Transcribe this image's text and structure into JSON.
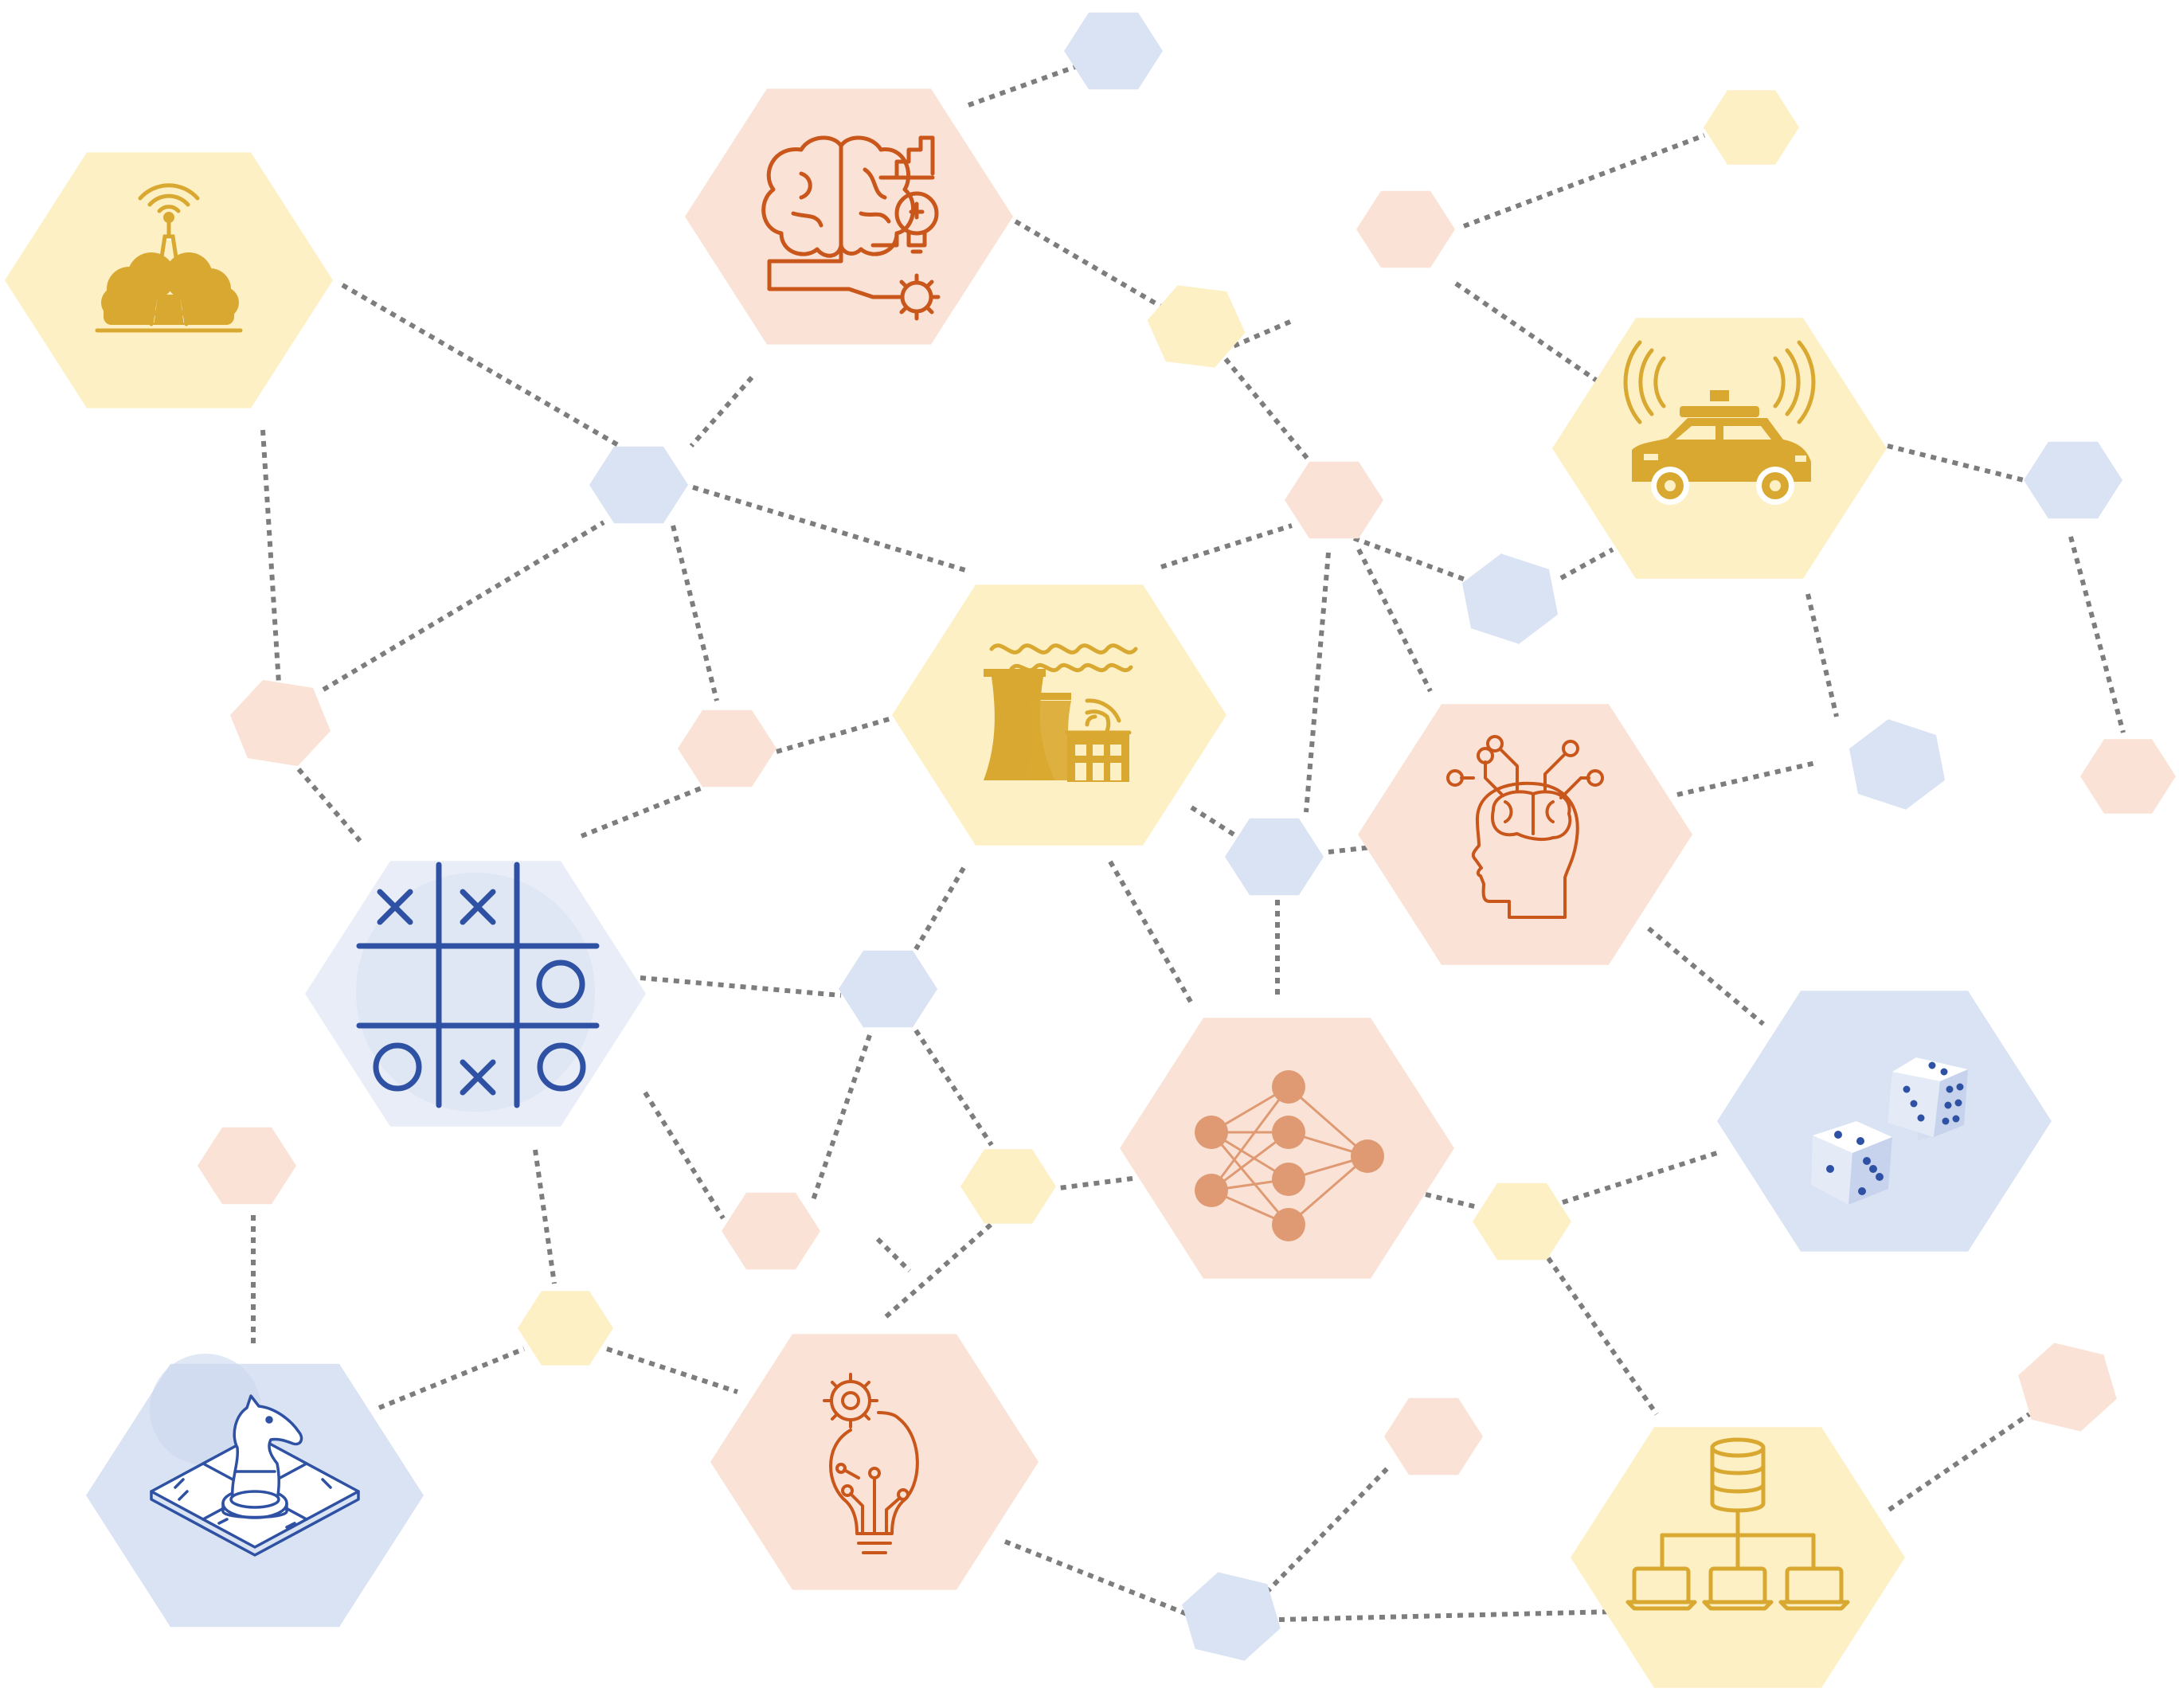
{
  "palette": {
    "yellow": "#fdf0c4",
    "peach": "#fae3d6",
    "blue": "#d9e3f3",
    "lightblue": "#e8edf7",
    "connector": "#7d7d7d",
    "gold": "#d9a831",
    "orange": "#c9561b",
    "salmon": "#df9a73",
    "navy": "#2f51a3"
  },
  "nodes": [
    {
      "id": "oil-rig",
      "icon": "oil-derrick-signal-icon",
      "fill": "yellow"
    },
    {
      "id": "brain-growth",
      "icon": "brain-lightbulb-gear-chart-icon",
      "fill": "peach"
    },
    {
      "id": "power-plant",
      "icon": "smart-power-plant-icon",
      "fill": "yellow"
    },
    {
      "id": "autonomous-car",
      "icon": "autonomous-car-sensor-icon",
      "fill": "yellow"
    },
    {
      "id": "tic-tac-toe",
      "icon": "tic-tac-toe-icon",
      "fill": "lightblue"
    },
    {
      "id": "ai-head",
      "icon": "ai-head-brain-circuit-icon",
      "fill": "peach"
    },
    {
      "id": "neural-network",
      "icon": "neural-network-icon",
      "fill": "peach"
    },
    {
      "id": "dice",
      "icon": "dice-icon",
      "fill": "blue"
    },
    {
      "id": "chess",
      "icon": "chess-knight-board-icon",
      "fill": "blue"
    },
    {
      "id": "idea-gear",
      "icon": "lightbulb-gear-circuit-icon",
      "fill": "peach"
    },
    {
      "id": "database-network",
      "icon": "database-network-icon",
      "fill": "yellow"
    }
  ]
}
